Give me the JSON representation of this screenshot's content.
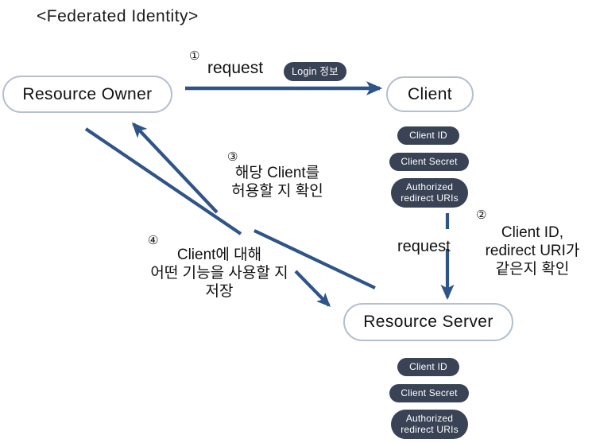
{
  "diagram": {
    "title": "<Federated Identity>",
    "accent_arrow_color": "#2e5488",
    "badge_color": "#394355",
    "entity_border_color": "#b4c0cf",
    "entities": [
      {
        "id": "resource-owner",
        "label": "Resource Owner"
      },
      {
        "id": "client",
        "label": "Client"
      },
      {
        "id": "resource-server",
        "label": "Resource Server"
      }
    ],
    "badges": {
      "login_info": "Login 정보",
      "client_side": [
        {
          "label": "Client ID"
        },
        {
          "label": "Client Secret"
        },
        {
          "label": "Authorized\nredirect URIs"
        }
      ],
      "server_side": [
        {
          "label": "Client ID"
        },
        {
          "label": "Client Secret"
        },
        {
          "label": "Authorized\nredirect URIs"
        }
      ]
    },
    "steps": [
      {
        "num": "①",
        "label": "request"
      },
      {
        "num": "②",
        "label": "Client ID,\nredirect URI가\n같은지 확인"
      },
      {
        "num": "③",
        "label": "해당 Client를\n허용할 지 확인"
      },
      {
        "num": "④",
        "label": "Client에 대해\n어떤 기능을 사용할 지\n저장"
      }
    ],
    "arrow_labels": {
      "request_horizontal": "request",
      "request_vertical": "request"
    }
  }
}
